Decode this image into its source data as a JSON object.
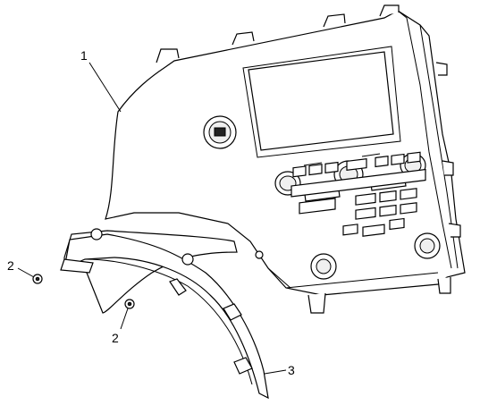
{
  "callouts": {
    "c1": "1",
    "c2a": "2",
    "c2b": "2",
    "c3": "3"
  },
  "colors": {
    "ink": "#000000",
    "paper": "#ffffff"
  }
}
